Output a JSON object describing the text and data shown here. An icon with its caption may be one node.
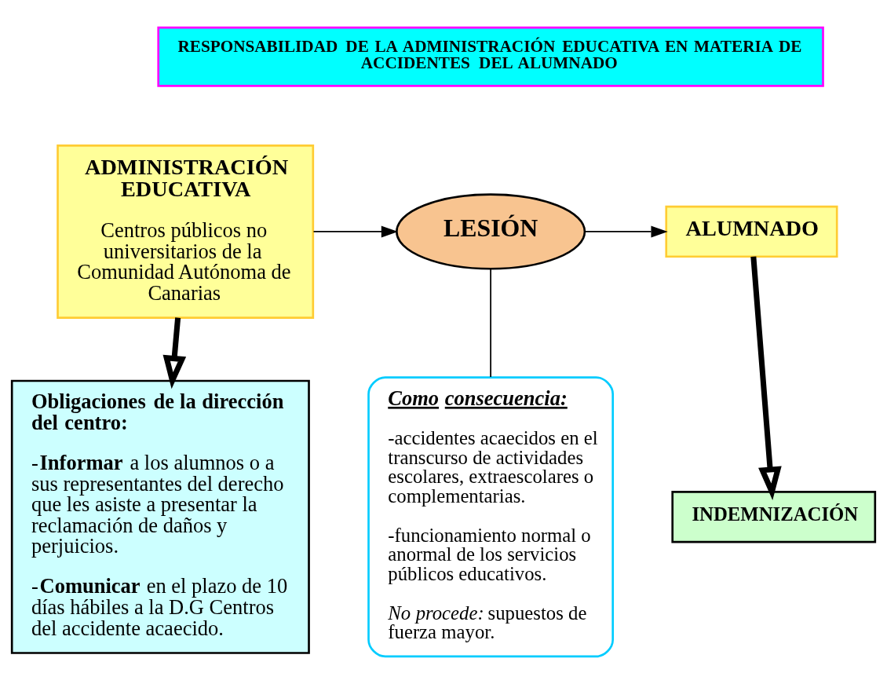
{
  "diagram": {
    "nodes": [
      {
        "text": [
          "RESPONSABILIDAD DE LA ADMINISTRACIÓN EDUCATIVA EN MATERIA DE ACCIDENTES DEL ALUMNADO"
        ]
      },
      {
        "text": [
          "ADMINISTRACIÓN EDUCATIVA",
          "Centros públicos no universitarios de la Comunidad Autónoma de Canarias"
        ]
      },
      {
        "text": [
          "LESIÓN"
        ]
      },
      {
        "text": [
          "ALUMNADO"
        ]
      },
      {
        "text": [
          "Obligaciones de la dirección del centro:",
          "-**Informar** a los alumnos o a sus representantes del derecho que les asiste a presentar la reclamación de daños y perjuicios.",
          "-**Comunicar** en el plazo de 10 días hábiles a la D.G Centros del accidente acaecido."
        ]
      },
      {
        "text": [
          "Como consecuencia:",
          "-accidentes acaecidos en el transcurso de actividades escolares, extraescolares o complementarias.",
          "-funcionamiento normal o anormal de los servicios públicos educativos.",
          "*No procede:* supuestos de fuerza mayor."
        ]
      },
      {
        "text": [
          "INDEMNIZACIÓN"
        ]
      }
    ],
    "edges": [
      {
        "from": 1,
        "to": 2,
        "arrow": "to"
      },
      {
        "from": 2,
        "to": 3,
        "arrow": "to"
      },
      {
        "from": 2,
        "to": 5,
        "arrow": "none"
      },
      {
        "from": 1,
        "to": 4,
        "arrow": "to",
        "style": "thick"
      },
      {
        "from": 3,
        "to": 6,
        "arrow": "to",
        "style": "thick"
      }
    ]
  }
}
